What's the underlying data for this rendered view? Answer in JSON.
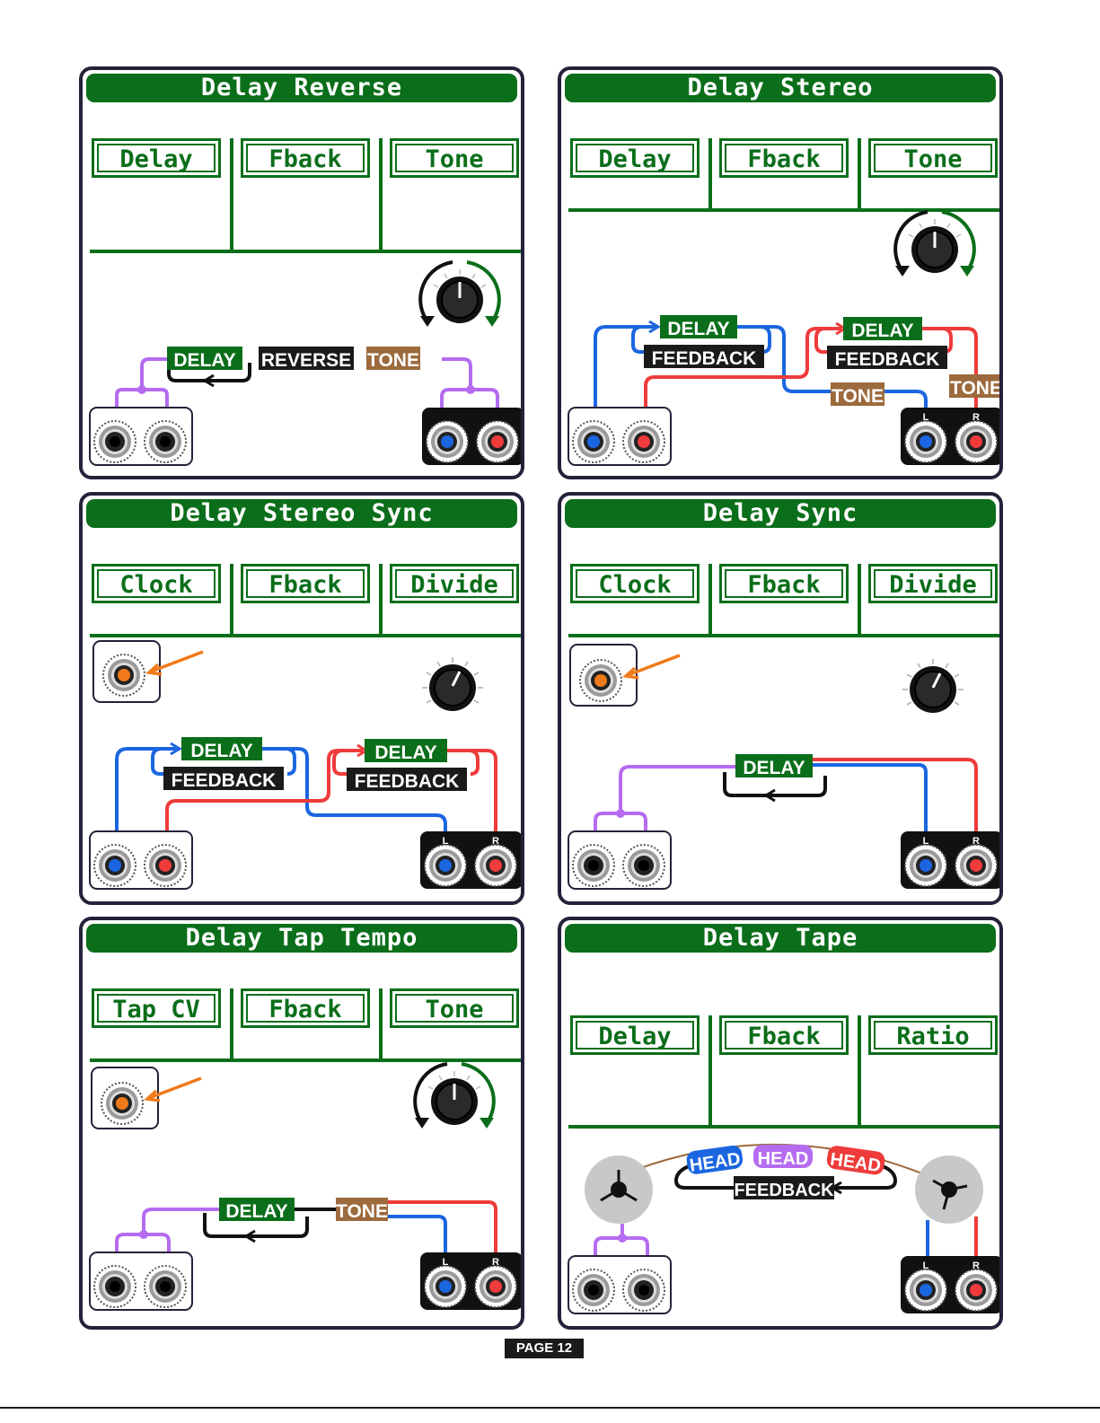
{
  "colors": {
    "green": "#0b6e1a",
    "blue": "#1b66e0",
    "red": "#ef3b3b",
    "purple": "#b56cf0",
    "orange": "#f07a1a",
    "brown": "#9c6a3d",
    "dark": "#26213a"
  },
  "panels": [
    {
      "title": "Delay Reverse",
      "params": [
        "Delay",
        "Fback",
        "Tone"
      ],
      "labels": {
        "delay": "DELAY",
        "reverse": "REVERSE",
        "tone": "TONE"
      }
    },
    {
      "title": "Delay Stereo",
      "params": [
        "Delay",
        "Fback",
        "Tone"
      ],
      "labels": {
        "delay1": "DELAY",
        "feedback1": "FEEDBACK",
        "delay2": "DELAY",
        "feedback2": "FEEDBACK",
        "tone1": "TONE",
        "tone2": "TONE",
        "left": "L",
        "right": "R"
      }
    },
    {
      "title": "Delay Stereo Sync",
      "params": [
        "Clock",
        "Fback",
        "Divide"
      ],
      "labels": {
        "delay1": "DELAY",
        "feedback1": "FEEDBACK",
        "delay2": "DELAY",
        "feedback2": "FEEDBACK",
        "left": "L",
        "right": "R"
      }
    },
    {
      "title": "Delay Sync",
      "params": [
        "Clock",
        "Fback",
        "Divide"
      ],
      "labels": {
        "delay": "DELAY",
        "left": "L",
        "right": "R"
      }
    },
    {
      "title": "Delay Tap Tempo",
      "params": [
        "Tap CV",
        "Fback",
        "Tone"
      ],
      "labels": {
        "delay": "DELAY",
        "tone": "TONE",
        "left": "L",
        "right": "R"
      }
    },
    {
      "title": "Delay Tape",
      "params": [
        "Delay",
        "Fback",
        "Ratio"
      ],
      "labels": {
        "head1": "HEAD",
        "head2": "HEAD",
        "head3": "HEAD",
        "feedback": "FEEDBACK",
        "left": "L",
        "right": "R"
      }
    }
  ],
  "footer": {
    "page": "PAGE 12"
  }
}
